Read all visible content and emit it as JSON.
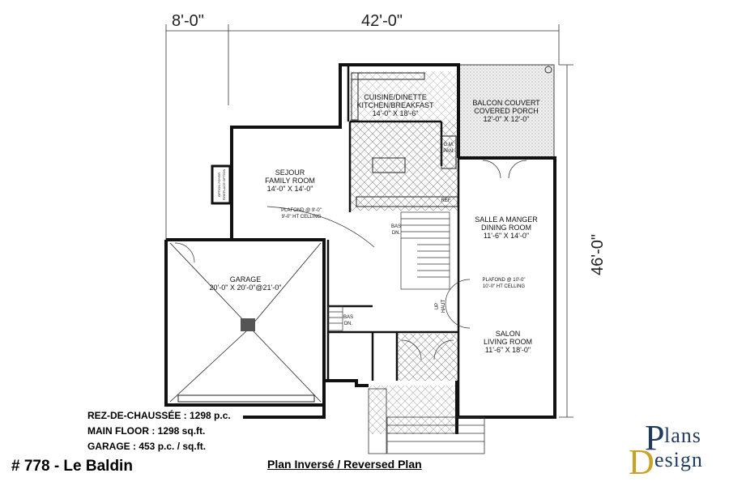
{
  "dimensions": {
    "left_width": "8'-0\"",
    "main_width": "42'-0\"",
    "depth": "46'-0\""
  },
  "rooms": {
    "kitchen": {
      "name_fr": "CUISINE/DINETTE",
      "name_en": "KITCHEN/BREAKFAST",
      "size": "14'-0\" X 18'-6\""
    },
    "porch": {
      "name_fr": "BALCON COUVERT",
      "name_en": "COVERED PORCH",
      "size": "12'-0\" X 12'-0\""
    },
    "family": {
      "name_fr": "SEJOUR",
      "name_en": "FAMILY ROOM",
      "size": "14'-0\" X 14'-0\"",
      "ceiling_fr": "PLAFOND @ 9'-0\"",
      "ceiling_en": "9'-0\" HT CELLING"
    },
    "dining": {
      "name_fr": "SALLE A MANGER",
      "name_en": "DINING ROOM",
      "size": "11'-6\" X 14'-0\"",
      "ceiling_fr": "PLAFOND @ 10'-0\"",
      "ceiling_en": "10'-0\" HT CELLING"
    },
    "living": {
      "name_fr": "SALON",
      "name_en": "LIVING ROOM",
      "size": "11'-6\" X 18'-0\""
    },
    "garage": {
      "name": "GARAGE",
      "size": "20'-0\" X 20'-0\"@21'-0\""
    }
  },
  "labels": {
    "pantry_1": "G.M.",
    "pantry_2": "PAN.",
    "ref": "REF.",
    "bas_1": "BAS",
    "dn_1": "DN.",
    "bas_2": "BAS",
    "dn_2": "DN.",
    "up": "UP",
    "haut": "HAUT",
    "fireplace_1": "OPTION FOYER",
    "fireplace_2": "FIREPLACE OPTION"
  },
  "stats": {
    "line1": "REZ-DE-CHAUSSÉE : 1298 p.c.",
    "line2": "MAIN FLOOR : 1298 sq.ft.",
    "line3": "GARAGE : 453 p.c. / sq.ft."
  },
  "plan_number": "# 778 - Le Baldin",
  "caption": "Plan Inversé / Reversed Plan",
  "logo": {
    "p": "P",
    "top": "lans",
    "d": "D",
    "bottom": "esign"
  },
  "colors": {
    "wall": "#111111",
    "hatch": "#9a9a9a",
    "logo_blue": "#1f3a5f",
    "logo_gold": "#c9a227"
  }
}
